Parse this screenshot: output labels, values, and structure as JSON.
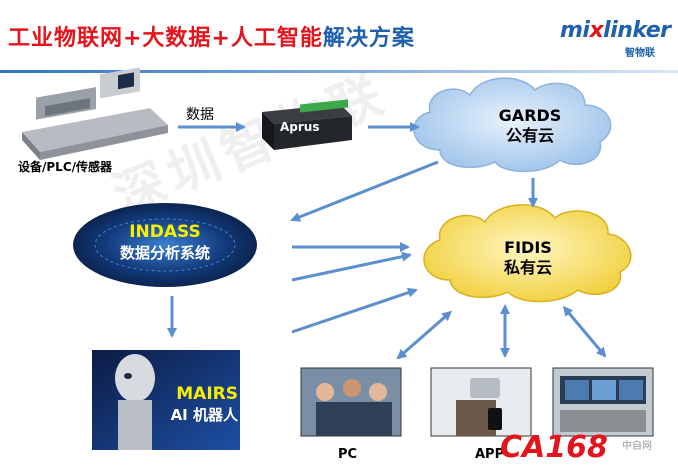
{
  "title": {
    "part1": "工业物联网+大数据+人工智能",
    "part2": "解决方案"
  },
  "logo": {
    "brand_x": "mi",
    "brand_x2": "x",
    "brand_rest": "linker",
    "sub": "智物联"
  },
  "nodes": {
    "device_label": "设备/PLC/传感器",
    "data_label": "数据",
    "aprus_label": "Aprus",
    "gards_name": "GARDS",
    "gards_sub": "公有云",
    "indass_name": "INDASS",
    "indass_sub": "数据分析系统",
    "fidis_name": "FIDIS",
    "fidis_sub": "私有云",
    "mairs_name": "MAIRS",
    "mairs_sub": "AI 机器人",
    "pc_label": "PC",
    "app_label": "APP"
  },
  "watermark": "深圳智物联",
  "corner_mark": {
    "brand": "CA168",
    "sub": "中自网"
  },
  "colors": {
    "title_red": "#e3141b",
    "title_blue": "#1e5fae",
    "arrow": "#5b8fd0",
    "gards_cloud": "#bcd6f2",
    "fidis_cloud": "#f6e27a",
    "indass_yellow": "#f6f000"
  }
}
